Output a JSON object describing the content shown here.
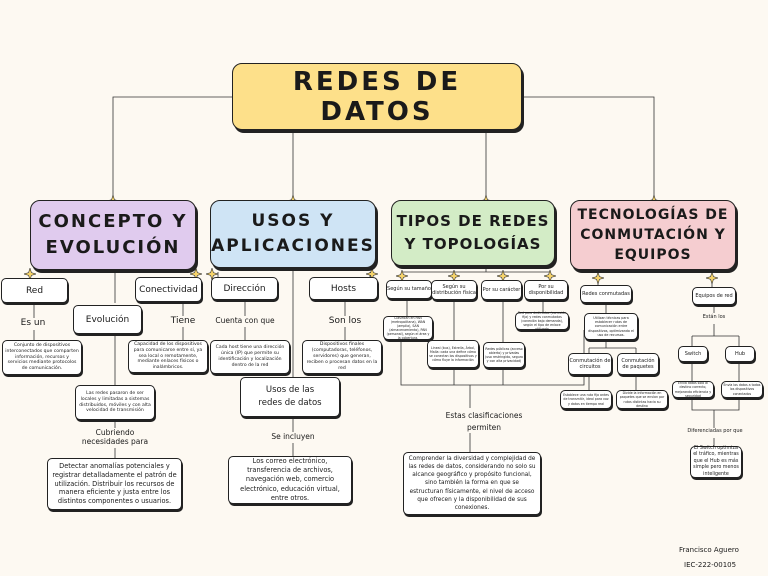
{
  "title": "REDES DE DATOS",
  "colors": {
    "title": "#fde08a",
    "concepto": "#e0cbee",
    "usos": "#cfe4f5",
    "tipos": "#d3ecc6",
    "tecnologias": "#f5cdd0"
  },
  "branches": {
    "concepto": {
      "title": "CONCEPTO Y EVOLUCIÓN",
      "red": "Red",
      "es_un": "Es un",
      "red_def": "Conjunto de dispositivos interconectados que comparten información, recursos y servicios mediante protocolos de comunicación.",
      "evolucion": "Evolución",
      "evolucion_def": "Las redes pasaron de ser locales y limitadas a sistemas distribuidos, móviles y con alta velocidad de transmisión",
      "cubriendo": "Cubriendo necesidades para",
      "cubriendo_def": "Detectar anomalías potenciales y registrar detalladamente el patrón de utilización. Distribuir los recursos de manera eficiente y justa entre los distintos componentes o usuarios.",
      "conectividad": "Conectividad",
      "tiene": "Tiene",
      "conectividad_def": "Capacidad de los dispositivos para comunicarse entre sí, ya sea local o remotamente, mediante enlaces físicos o inalámbricos."
    },
    "usos": {
      "title": "USOS Y APLICACIONES",
      "direccion": "Dirección",
      "cuenta_con": "Cuenta con que",
      "direccion_def": "Cada host tiene una dirección única (IP) que permite su identificación y localización dentro de la red",
      "hosts": "Hosts",
      "son_los": "Son los",
      "hosts_def": "Dispositivos finales (computadoras, teléfonos, servidores) que generan, reciben o procesan datos en la red",
      "usos_redes": "Usos de las redes de datos",
      "se_incluyen": "Se incluyen",
      "usos_def": "Los correo electrónico, transferencia de archivos, navegación web, comercio electrónico, educación virtual, entre otros."
    },
    "tipos": {
      "title": "TIPOS DE REDES Y TOPOLOGÍAS",
      "tamano": "Según su tamaño",
      "tamano_def": "Clasifican en PAN (metropolitana), WAN (amplia), SAN (almacenamiento), PAN (personal), según el área y la cobertura.",
      "fisica": "Según su distribución física",
      "fisica_def": "Lineal (bus), Estrella, Árbol, Malla: cada una define cómo se conectan los dispositivos y cómo fluye la información",
      "caracter": "Por su carácter",
      "caracter_def": "Redes públicas (acceso abierto) y privadas (uso restringido, seguro y con alta privacidad)",
      "disponibilidad": "Por su disponibilidad",
      "disponibilidad_def": "Red para dedicados (conexión fija) y redes conmutadas (conexión bajo demanda), según el tipo de enlace utilizado",
      "estas": "Estas clasificaciones permiten",
      "estas_def": "Comprender la diversidad y complejidad de las redes de datos, considerando no solo su alcance geográfico y propósito funcional, sino también la forma en que se estructuran físicamente, el nivel de acceso que ofrecen y la disponibilidad de sus conexiones."
    },
    "tecnologias": {
      "title": "TECNOLOGÍAS DE CONMUTACIÓN Y EQUIPOS",
      "conmutadas": "Redes conmutadas",
      "conmutadas_def": "Utilizan técnicas para establecer rutas de comunicación entre dispositivos, optimizando el uso de recursos.",
      "circuitos": "Conmutación de circuitos",
      "circuitos_def": "Establece una ruta fija antes de transmitir, ideal para voz y datos en tiempo real",
      "paquetes": "Conmutación de paquetes",
      "paquetes_def": "Divide la información en paquetes que se envían por rutas distintas hacia su destino",
      "equipos": "Equipos de red",
      "estan_los": "Están los",
      "switch": "Switch",
      "hub": "Hub",
      "switch_def": "Envía datos solo al destino correcto, mejorando eficiencia y seguridad",
      "hub_def": "Envía los datos a todos los dispositivos conectados",
      "diferenciadas": "Diferenciadas por que",
      "diferenciadas_def": "El Switch optimiza el tráfico, mientras que el Hub es más simple pero menos inteligente"
    }
  },
  "signature": {
    "name": "Francisco Aguero",
    "id": "IEC-222-00105"
  }
}
